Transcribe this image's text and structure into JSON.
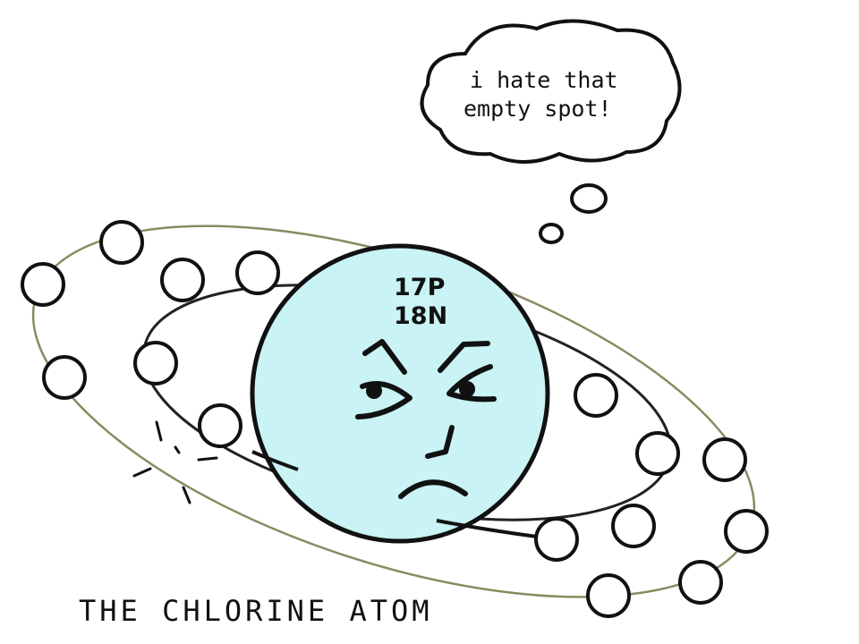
{
  "thought_bubble": {
    "line1": "i hate that",
    "line2": "empty spot!"
  },
  "nucleus": {
    "protons": "17P",
    "neutrons": "18N",
    "fill_color": "#c9f3f5"
  },
  "caption": "THE CHLORINE ATOM",
  "electron_shells": {
    "inner_electrons": 8,
    "outer_electrons": 7,
    "outer_empty_spots": 1
  }
}
